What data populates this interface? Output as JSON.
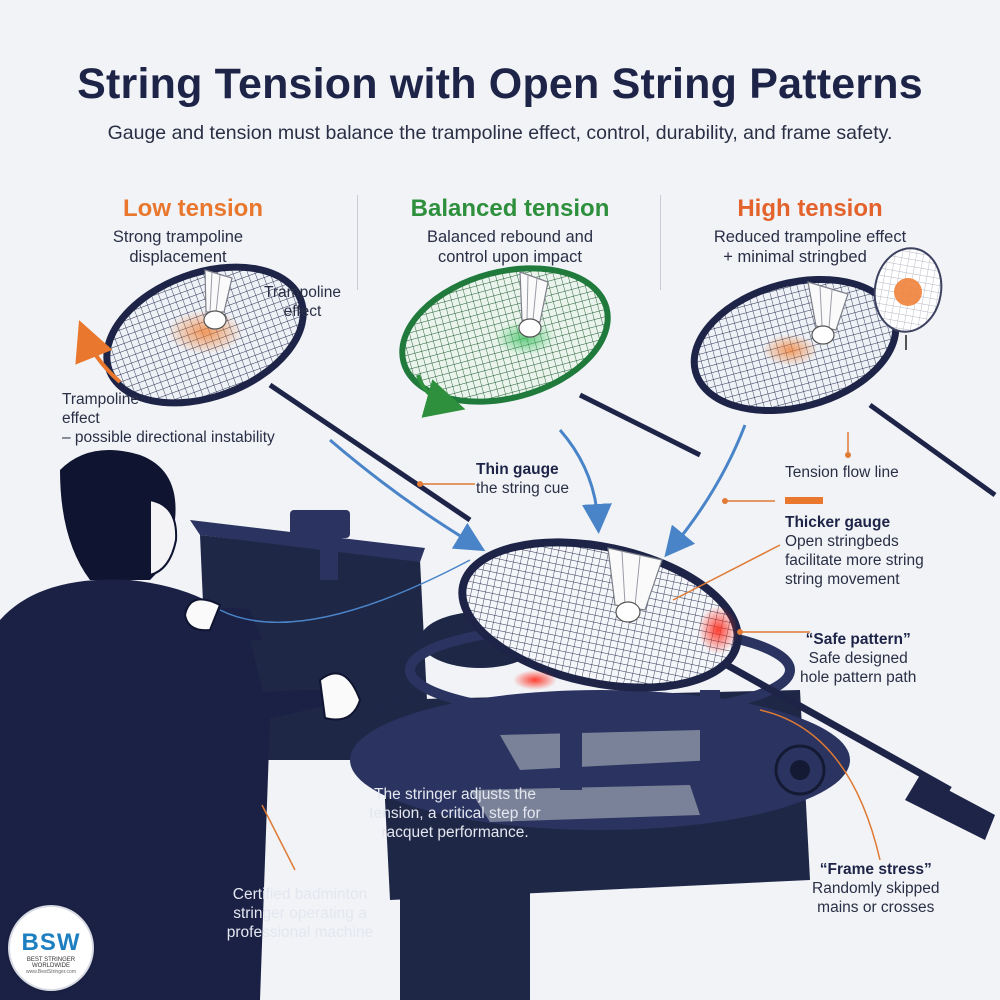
{
  "title": "String Tension with Open String Patterns",
  "subtitle": "Gauge and tension must balance the trampoline effect, control, durability, and frame safety.",
  "colors": {
    "low": "#e9772d",
    "balanced": "#2e8f3c",
    "high": "#e4632c",
    "navy": "#1d2447",
    "callout_line": "#e07a34",
    "flow_arrow": "#4a84c8"
  },
  "columns": [
    {
      "heading": "Low tension",
      "desc_1": "Strong trampoline",
      "desc_2": "displacement"
    },
    {
      "heading": "Balanced tension",
      "desc_1": "Balanced rebound and",
      "desc_2": "control upon impact"
    },
    {
      "heading": "High tension",
      "desc_1": "Reduced trampoline effect",
      "desc_2": "+ minimal stringbed"
    }
  ],
  "labels": {
    "trampoline_right_1": "Trampoline",
    "trampoline_right_2": "effect",
    "trampoline_left_1": "Trampoline",
    "trampoline_left_2": "effect",
    "trampoline_left_3": "– possible directional instability",
    "thin_gauge_title": "Thin gauge",
    "thin_gauge_desc": "the string cue",
    "tension_flow": "Tension flow line",
    "thick_gauge_title": "Thicker gauge",
    "thick_gauge_1": "Open stringbeds",
    "thick_gauge_2": "facilitate more string",
    "thick_gauge_3": "string movement",
    "safe_title": "“Safe pattern”",
    "safe_1": "Safe designed",
    "safe_2": "hole pattern path",
    "stringer_1": "The stringer adjusts the",
    "stringer_2": "tension, a critical step for",
    "stringer_3": "racquet performance.",
    "frame_title": "“Frame stress”",
    "frame_1": "Randomly skipped",
    "frame_2": "mains or crosses",
    "certified_1": "Certified badminton",
    "certified_2": "stringer operating a",
    "certified_3": "professional machine"
  },
  "logo": {
    "mark": "BSW",
    "tagline": "BEST STRINGER WORLDWIDE",
    "url": "www.BestStringer.com"
  }
}
